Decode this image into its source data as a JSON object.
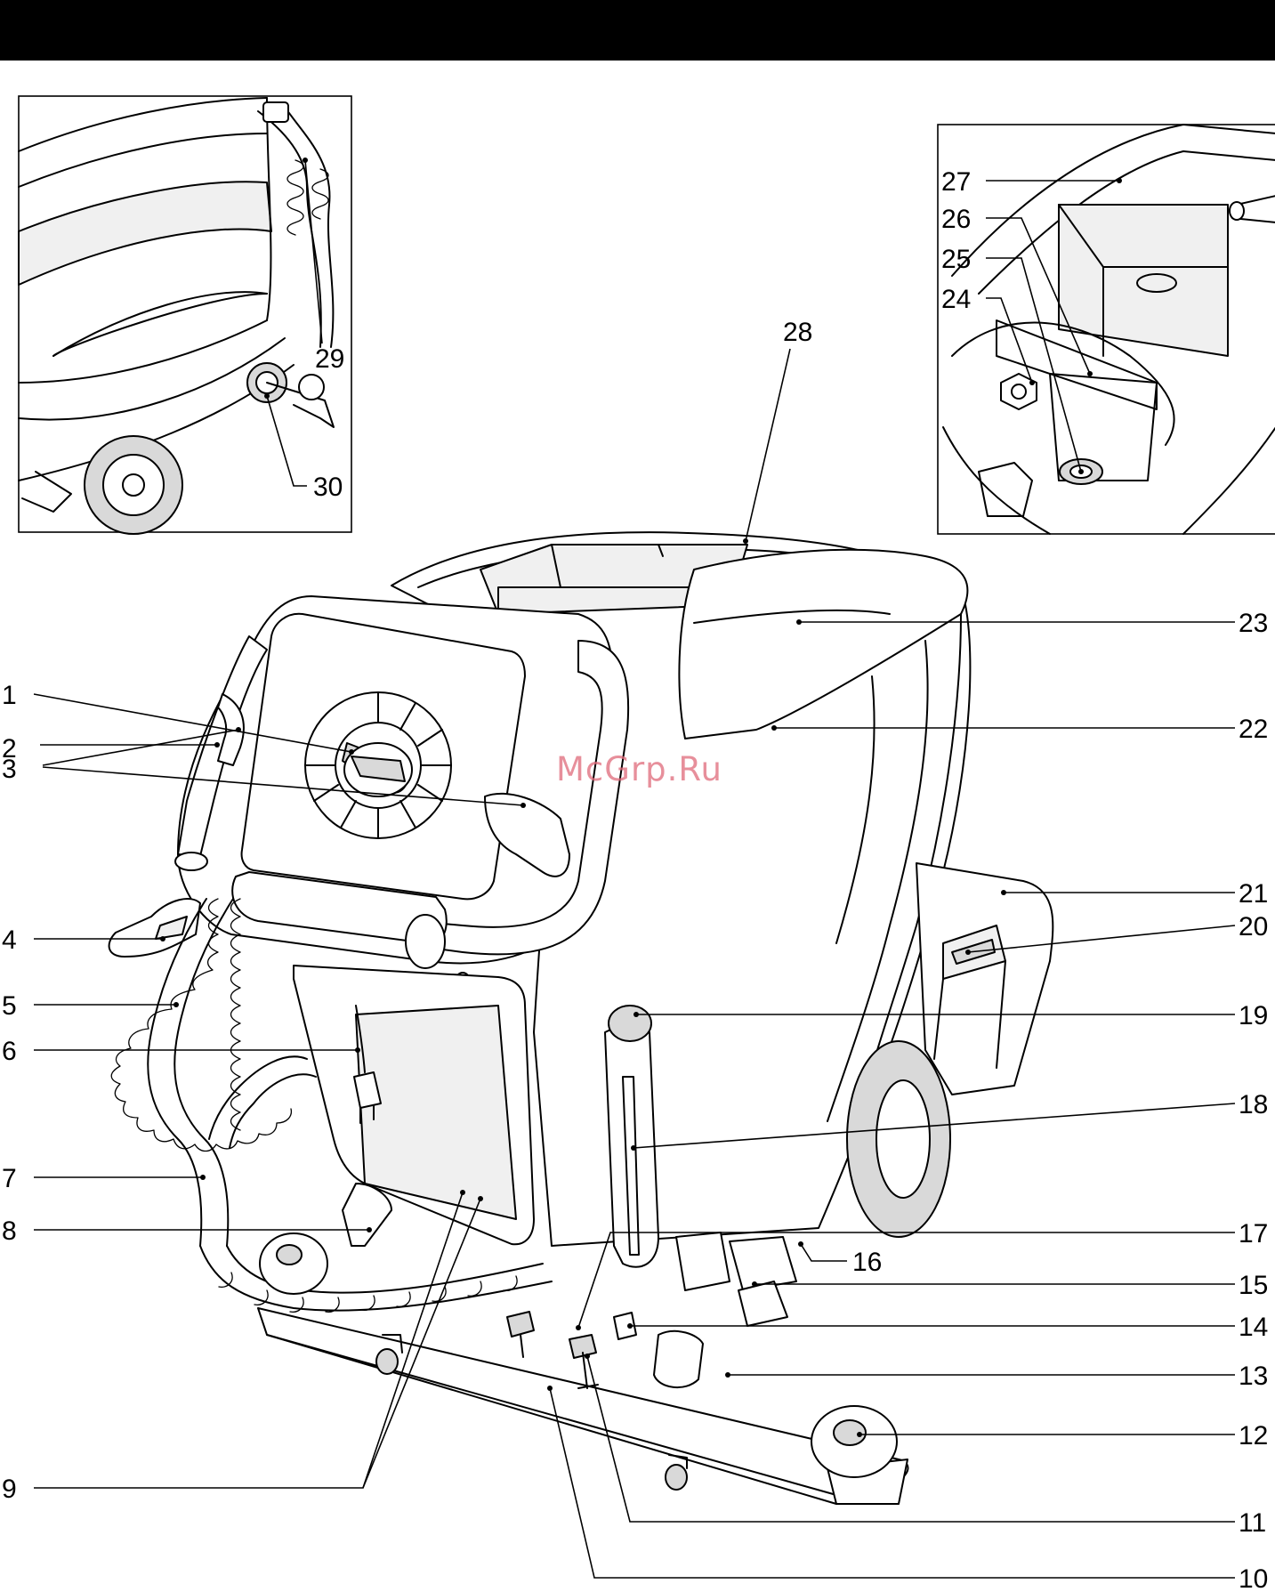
{
  "watermark": "McGrp.Ru",
  "callouts": [
    {
      "id": "1",
      "text": "1"
    },
    {
      "id": "2",
      "text": "2"
    },
    {
      "id": "3",
      "text": "3"
    },
    {
      "id": "4",
      "text": "4"
    },
    {
      "id": "5",
      "text": "5"
    },
    {
      "id": "6",
      "text": "6"
    },
    {
      "id": "7",
      "text": "7"
    },
    {
      "id": "8",
      "text": "8"
    },
    {
      "id": "9",
      "text": "9"
    },
    {
      "id": "10",
      "text": "10"
    },
    {
      "id": "11",
      "text": "11"
    },
    {
      "id": "12",
      "text": "12"
    },
    {
      "id": "13",
      "text": "13"
    },
    {
      "id": "14",
      "text": "14"
    },
    {
      "id": "15",
      "text": "15"
    },
    {
      "id": "16",
      "text": "16"
    },
    {
      "id": "17",
      "text": "17"
    },
    {
      "id": "18",
      "text": "18"
    },
    {
      "id": "19",
      "text": "19"
    },
    {
      "id": "20",
      "text": "20"
    },
    {
      "id": "21",
      "text": "21"
    },
    {
      "id": "22",
      "text": "22"
    },
    {
      "id": "23",
      "text": "23"
    },
    {
      "id": "24",
      "text": "24"
    },
    {
      "id": "25",
      "text": "25"
    },
    {
      "id": "26",
      "text": "26"
    },
    {
      "id": "27",
      "text": "27"
    },
    {
      "id": "28",
      "text": "28"
    },
    {
      "id": "29",
      "text": "29"
    },
    {
      "id": "30",
      "text": "30"
    }
  ]
}
